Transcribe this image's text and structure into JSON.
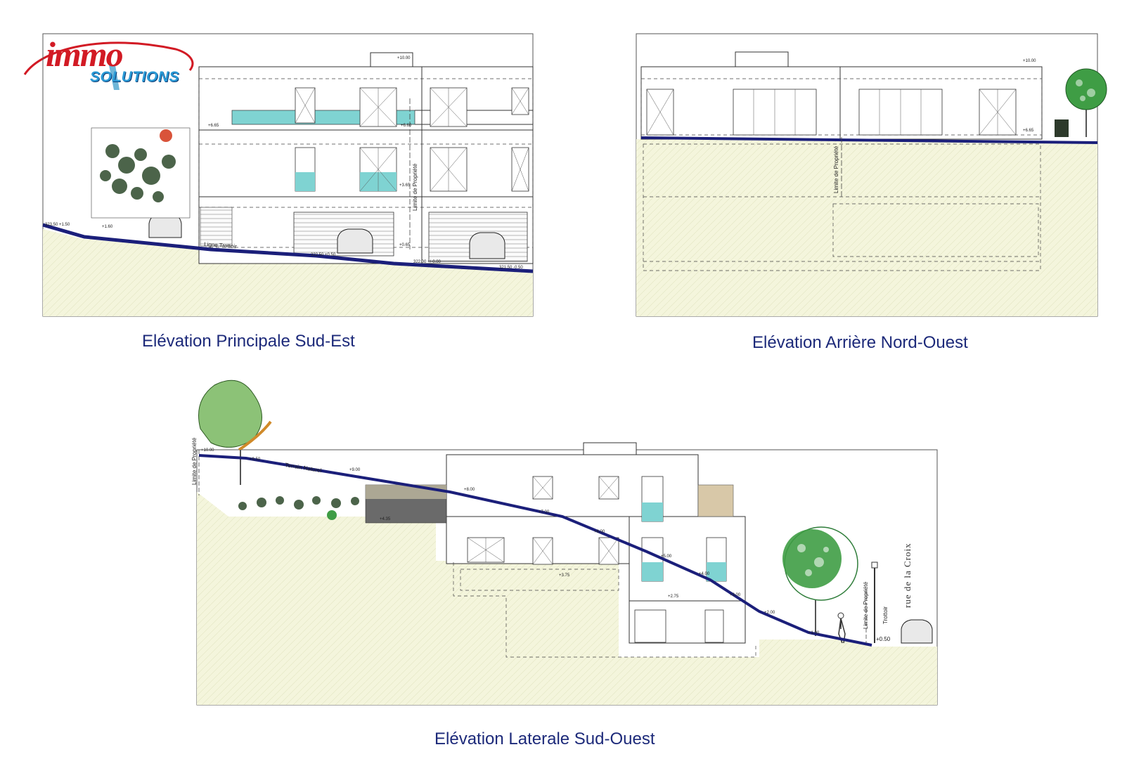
{
  "logo": {
    "word": "immo",
    "sub": "SOLUTIONS",
    "colors": {
      "red": "#d21a24",
      "blue": "#2a9ad6"
    }
  },
  "captions": {
    "main": "Elévation Principale Sud-Est",
    "rear": "Elévation Arrière Nord-Ouest",
    "side": "Elévation Laterale Sud-Ouest"
  },
  "elevation_main": {
    "levels": {
      "roof": "+10.00",
      "terrace": "+6.65",
      "upper": "+6.60",
      "mid": "+3.65",
      "garage": "+0.65",
      "left": "+1.60"
    },
    "ground_labels": {
      "left": "323.50 +1.50",
      "center": "322.50 +0.50",
      "right_a": "322.00 +/-0.00",
      "right_b": "321.50 -0.50"
    },
    "ligne_trottoir": "Ligne Trottoir",
    "limite": "Limite de Propriété"
  },
  "elevation_rear": {
    "levels": {
      "roof": "+10.00",
      "ground": "+6.65"
    },
    "limite": "Limite de Propriété"
  },
  "elevation_side": {
    "levels": {
      "top": "+10.00",
      "l1": "+9.50",
      "l2": "+9.00",
      "l3": "+8.00",
      "l4": "+7.00",
      "l5": "+6.00",
      "l6": "+5.00",
      "l7": "+4.00",
      "l8": "+3.00",
      "l9": "+2.00",
      "l10": "+1.00",
      "l11": "+0.50",
      "basement": "+4.35",
      "lower": "+3.75",
      "low2": "+2.75"
    },
    "terrain": "Terrain Naturel",
    "limite_left": "Limite de Propriété",
    "limite_right": "Limite de Propriété",
    "trottoir": "Trottoir",
    "street": "rue de la Croix"
  },
  "colors": {
    "ground_fill": "#f4f5dc",
    "profile": "#1b1f7a",
    "glass": "#7fd3d2",
    "tree": "#3f9d45"
  }
}
